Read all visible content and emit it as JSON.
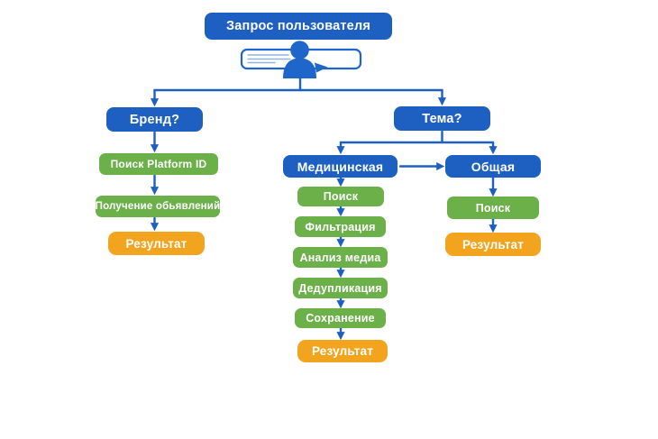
{
  "colors": {
    "blue": "#1d60c2",
    "green": "#6cb04a",
    "orange": "#f2a41f",
    "line": "#1d60c2",
    "icon": "#1f66cb",
    "docline": "#8fb3e0"
  },
  "icons": {
    "user_request": "user-request-icon"
  },
  "nodes": {
    "query": {
      "label": "Запрос пользователя"
    },
    "brand": {
      "label": "Бренд?"
    },
    "platform_search": {
      "label": "Поиск Platform ID"
    },
    "get_ads": {
      "label": "Получение обьявлений"
    },
    "brand_result": {
      "label": "Результат"
    },
    "topic": {
      "label": "Тема?"
    },
    "medical": {
      "label": "Медицинская"
    },
    "general": {
      "label": "Общая"
    },
    "med_search": {
      "label": "Поиск"
    },
    "med_filter": {
      "label": "Фильтрация"
    },
    "med_media": {
      "label": "Анализ медиа"
    },
    "med_dedup": {
      "label": "Дедупликация"
    },
    "med_save": {
      "label": "Сохранение"
    },
    "med_result": {
      "label": "Результат"
    },
    "gen_search": {
      "label": "Поиск"
    },
    "gen_result": {
      "label": "Результат"
    }
  }
}
